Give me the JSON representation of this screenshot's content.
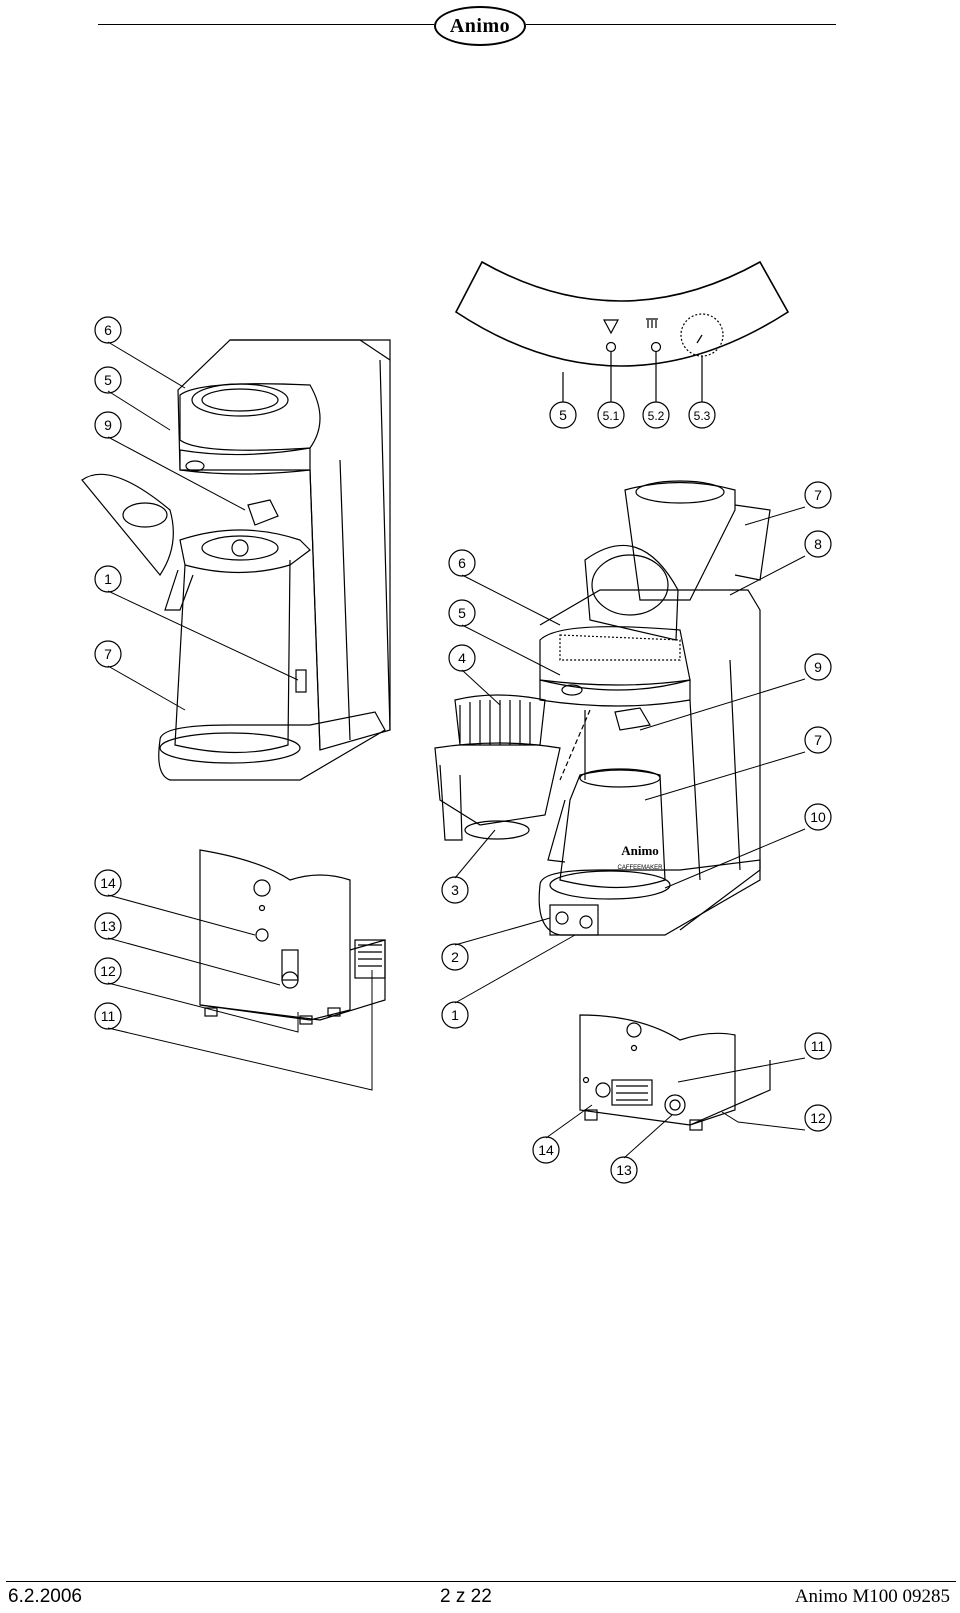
{
  "header": {
    "brand": "Animo"
  },
  "panel_labels": {
    "panel": "5",
    "led_heat": "5.1",
    "led_ready": "5.2",
    "knob": "5.3"
  },
  "left_unit_labels": [
    "6",
    "5",
    "9",
    "1",
    "7"
  ],
  "left_rear_labels": [
    "14",
    "13",
    "12",
    "11"
  ],
  "right_unit_labels": [
    "7",
    "8",
    "6",
    "5",
    "4",
    "9",
    "7",
    "10",
    "3",
    "2",
    "1"
  ],
  "right_rear_labels": [
    "11",
    "12",
    "14",
    "13"
  ],
  "jug_text": {
    "brand": "Animo",
    "sub": "CAFFEEMAKER"
  },
  "footer": {
    "date": "6.2.2006",
    "page": "2 z 22",
    "doc": "Animo M100 09285"
  }
}
